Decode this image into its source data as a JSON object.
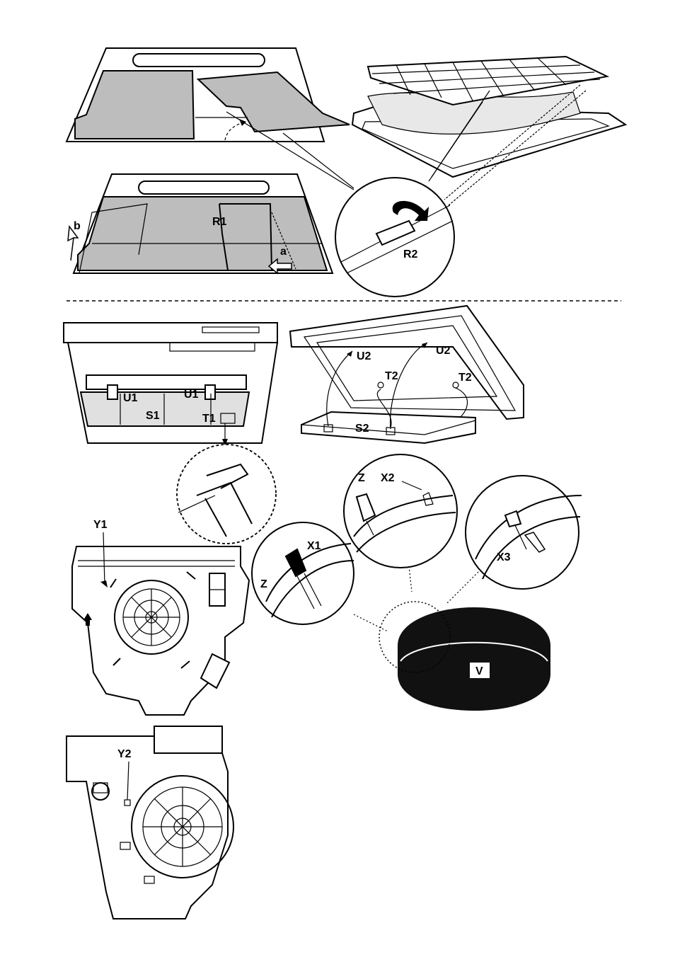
{
  "labels": {
    "b": "b",
    "a": "a",
    "R1": "R1",
    "R2": "R2",
    "U1_left": "U1",
    "U1_right": "U1",
    "S1": "S1",
    "T1": "T1",
    "U2_left": "U2",
    "U2_right": "U2",
    "T2_left": "T2",
    "T2_right": "T2",
    "S2": "S2",
    "Z_top": "Z",
    "X2": "X2",
    "X1": "X1",
    "Z_left": "Z",
    "X3": "X3",
    "Y1": "Y1",
    "Y2": "Y2",
    "V": "V"
  },
  "colors": {
    "line": "#000000",
    "filter_fill": "#bdbdbd",
    "dark_fill": "#111111",
    "background": "#ffffff"
  }
}
